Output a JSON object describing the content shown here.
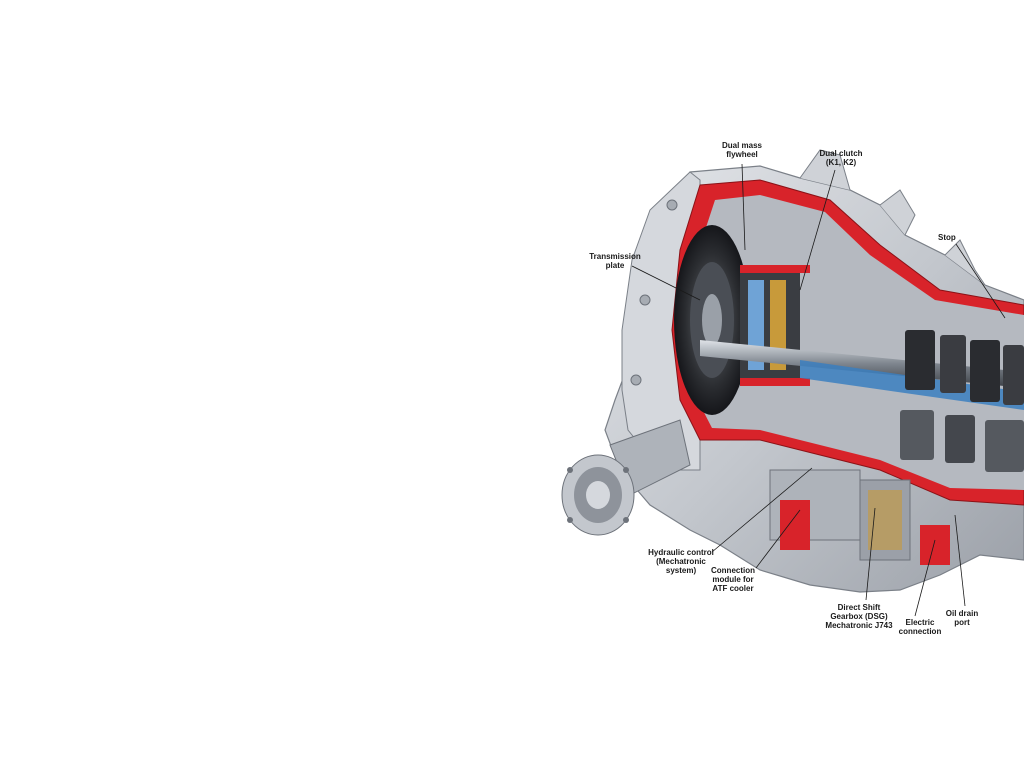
{
  "callouts": {
    "dual_mass_flywheel": "Dual mass\nflywheel",
    "dual_clutch": "Dual clutch\n(K1, K2)",
    "stop": "Stop",
    "transmission_plate": "Transmission\nplate",
    "hydraulic_control": "Hydraulic control\n(Mechatronic\nsystem)",
    "connection_module": "Connection\nmodule for\nATF cooler",
    "mechatronic": "Direct Shift\nGearbox (DSG)\nMechatronic J743",
    "electric_connection": "Electric\nconnection",
    "oil_drain_port": "Oil drain\nport"
  },
  "colors": {
    "housing": "#c9ccd2",
    "housing_dark": "#8e939b",
    "cutaway": "#d8232a",
    "shaft": "#3b7fc0",
    "gear": "#2a2c30",
    "gold": "#c89a3a"
  }
}
